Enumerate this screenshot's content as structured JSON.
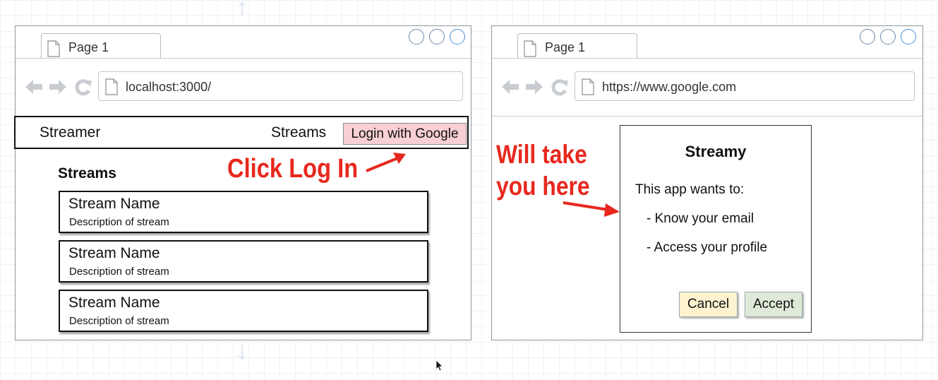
{
  "left_browser": {
    "tab_title": "Page 1",
    "url": "localhost:3000/",
    "app_header": {
      "brand": "Streamer",
      "nav_streams": "Streams",
      "login_button": "Login with Google"
    },
    "list_heading": "Streams",
    "streams": [
      {
        "name": "Stream Name",
        "description": "Description of stream"
      },
      {
        "name": "Stream Name",
        "description": "Description of stream"
      },
      {
        "name": "Stream Name",
        "description": "Description of stream"
      }
    ]
  },
  "right_browser": {
    "tab_title": "Page 1",
    "url": "https://www.google.com",
    "dialog": {
      "title": "Streamy",
      "intro": "This app wants to:",
      "permissions": [
        "- Know your email",
        "- Access your profile"
      ],
      "cancel_label": "Cancel",
      "accept_label": "Accept"
    }
  },
  "annotations": {
    "click_login": "Click Log In",
    "will_take_line1": "Will take",
    "will_take_line2": "you here"
  },
  "colors": {
    "annotation_red": "#e8281e",
    "login_button_bg": "#f8cfd3",
    "cancel_bg": "#fdf3d0",
    "accept_bg": "#dfe9d8",
    "window_circle_border": "#6f86a8"
  },
  "icons": [
    "page-icon",
    "back-arrow-icon",
    "forward-arrow-icon",
    "reload-icon",
    "window-control-circle-icon",
    "mouse-cursor-icon"
  ]
}
